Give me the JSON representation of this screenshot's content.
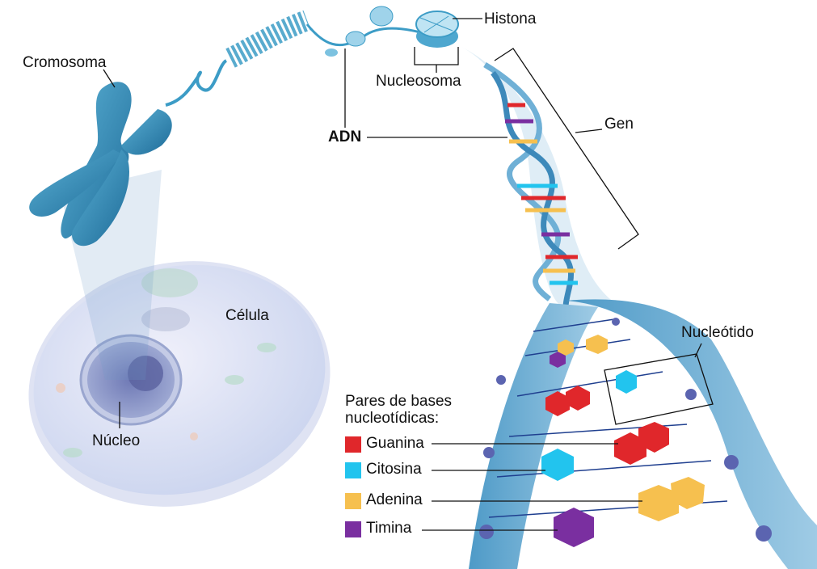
{
  "labels": {
    "chromosome": "Cromosoma",
    "histone": "Histona",
    "nucleosome": "Nucleosoma",
    "dna": "ADN",
    "gene": "Gen",
    "cell": "Célula",
    "nucleus": "Núcleo",
    "nucleotide": "Nucleótido"
  },
  "legend": {
    "title_line1": "Pares de bases",
    "title_line2": "nucleotídicas:",
    "items": [
      {
        "label": "Guanina",
        "color": "#e0272b"
      },
      {
        "label": "Citosina",
        "color": "#22c4ee"
      },
      {
        "label": "Adenina",
        "color": "#f6c04f"
      },
      {
        "label": "Timina",
        "color": "#7a2fa0"
      }
    ]
  }
}
